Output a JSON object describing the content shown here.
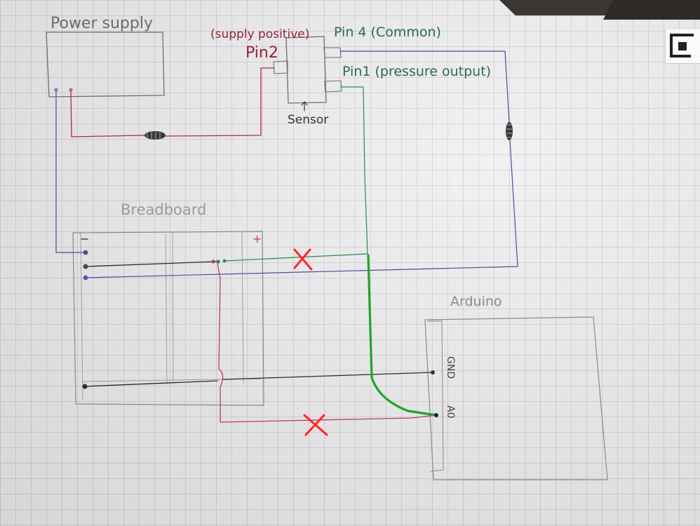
{
  "labels": {
    "power_supply": "Power supply",
    "supply_positive": "(supply positive)",
    "pin2": "Pin2",
    "pin4": "Pin 4 (Common)",
    "pin1": "Pin1 (pressure output)",
    "sensor": "Sensor",
    "breadboard": "Breadboard",
    "minus": "−",
    "plus": "+",
    "arduino": "Arduino",
    "gnd": "GND",
    "a0": "A0"
  },
  "colors": {
    "red": "#b9253a",
    "blue": "#4a4d96",
    "green": "#2a8a47",
    "green_bold": "#1fa42a",
    "black": "#2b2b2b",
    "cross": "#ff2626",
    "pencil": "#6f6f6f"
  },
  "icons": {
    "resistor_1": "resistor-icon",
    "resistor_2": "resistor-icon",
    "cross_1": "cross-mark-icon",
    "cross_2": "cross-mark-icon"
  }
}
